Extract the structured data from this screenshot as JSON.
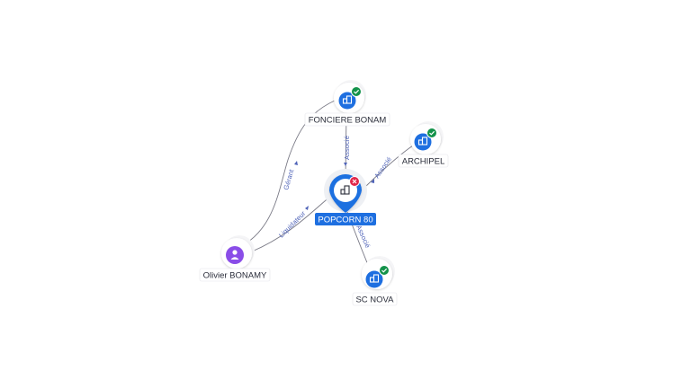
{
  "nodes": {
    "popcorn": {
      "label": "POPCORN 80",
      "type": "company",
      "status": "closed",
      "icon": "building-icon",
      "badge_icon": "x-icon"
    },
    "fonciere": {
      "label": "FONCIERE BONAM",
      "type": "company",
      "status": "active",
      "icon": "building-icon",
      "badge_icon": "check-icon"
    },
    "archipel": {
      "label": "ARCHIPEL",
      "type": "company",
      "status": "active",
      "icon": "building-icon",
      "badge_icon": "check-icon"
    },
    "scnova": {
      "label": "SC NOVA",
      "type": "company",
      "status": "active",
      "icon": "building-icon",
      "badge_icon": "check-icon"
    },
    "olivier": {
      "label": "Olivier BONAMY",
      "type": "person",
      "icon": "person-icon"
    }
  },
  "edges": {
    "fonciere_popcorn": {
      "from": "FONCIERE BONAM",
      "to": "POPCORN 80",
      "label": "Associé"
    },
    "archipel_popcorn": {
      "from": "ARCHIPEL",
      "to": "POPCORN 80",
      "label": "Associé"
    },
    "scnova_popcorn": {
      "from": "SC NOVA",
      "to": "POPCORN 80",
      "label": "Associé"
    },
    "olivier_fonciere": {
      "from": "Olivier BONAMY",
      "to": "FONCIERE BONAM",
      "label": "Gérant"
    },
    "olivier_popcorn": {
      "from": "Olivier BONAMY",
      "to": "POPCORN 80",
      "label": "Liquidateur"
    }
  },
  "colors": {
    "company": "#1e6fe0",
    "person": "#8a4de8",
    "active_badge": "#13924a",
    "closed_badge": "#e0264a",
    "edge": "#7a7a86",
    "edge_label": "#4f63b8"
  }
}
